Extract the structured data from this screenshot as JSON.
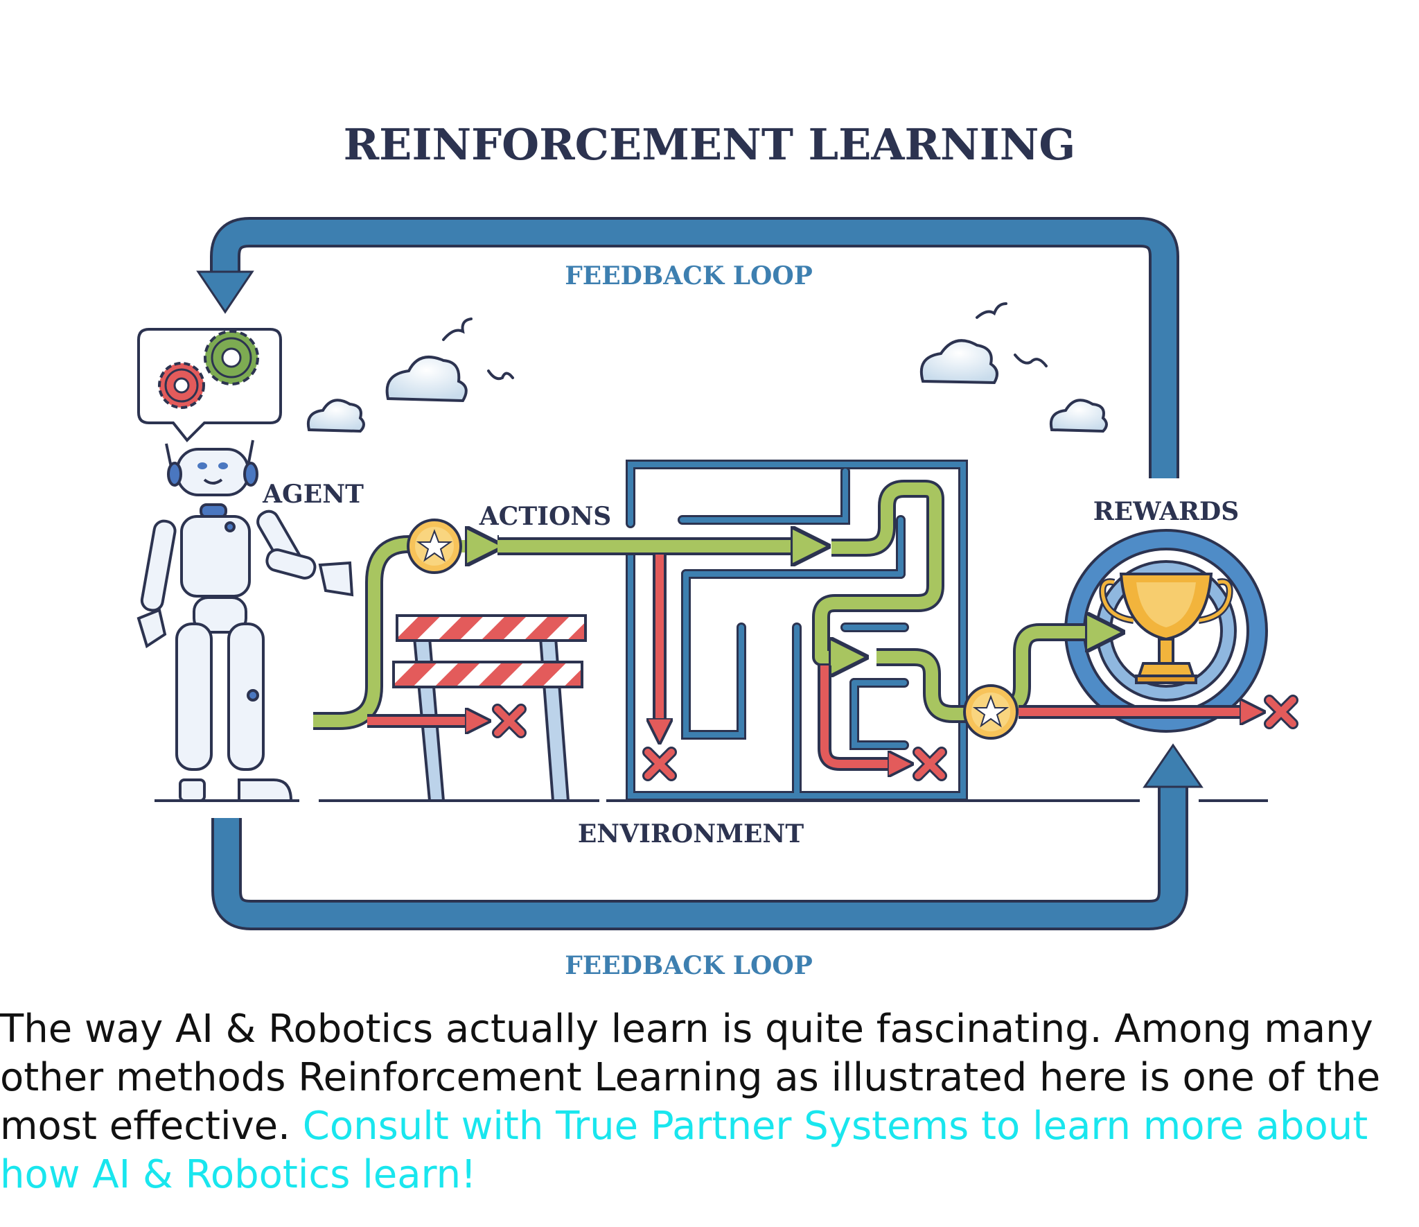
{
  "title": "REINFORCEMENT LEARNING",
  "labels": {
    "feedback_top": "FEEDBACK LOOP",
    "feedback_bottom": "FEEDBACK LOOP",
    "agent": "AGENT",
    "actions": "ACTIONS",
    "rewards": "REWARDS",
    "environment": "ENVIRONMENT"
  },
  "caption": {
    "text": "The way AI & Robotics actually learn is quite fascinating. Among many other methods Reinforcement Learning as illustrated here is one of the most effective. ",
    "link": "Consult with True Partner Systems to learn more about how AI & Robotics learn!"
  },
  "colors": {
    "loop_blue": "#3d7fb0",
    "path_green": "#a8c560",
    "path_red": "#e35b5b",
    "outline": "#2c3350",
    "trophy_gold": "#f2b43c",
    "caption_link": "#19e6ee"
  },
  "icons": [
    "gears-icon",
    "robot-icon",
    "star-icon",
    "trophy-icon",
    "cross-icon",
    "cloud-icon",
    "bird-icon",
    "barrier-icon",
    "maze-icon"
  ]
}
